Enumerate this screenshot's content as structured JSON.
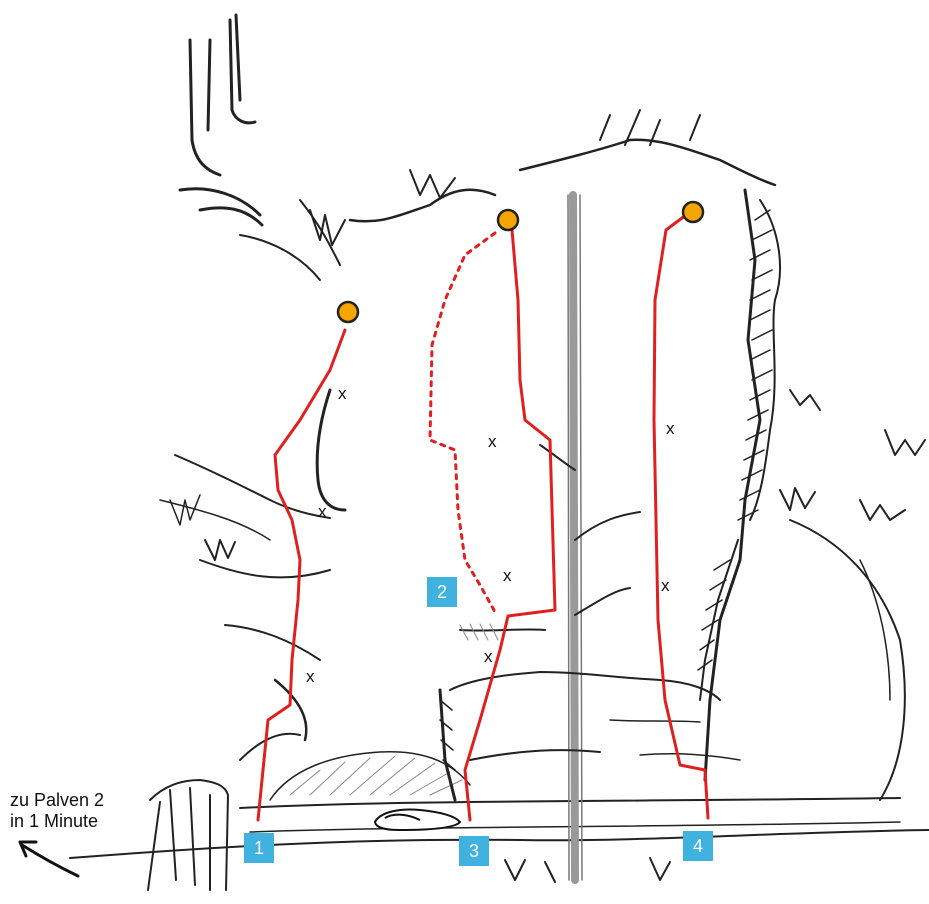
{
  "direction_note": {
    "line1": "zu Palven 2",
    "line2": "in 1 Minute"
  },
  "routes": [
    {
      "number": "1",
      "style": "solid"
    },
    {
      "number": "2",
      "style": "dotted"
    },
    {
      "number": "3",
      "style": "solid"
    },
    {
      "number": "4",
      "style": "solid"
    }
  ],
  "bolt_marker": "x",
  "colors": {
    "route_line": "#e02020",
    "anchor_fill": "#f5a500",
    "badge": "#3fb2e0",
    "sketch": "#222222"
  },
  "icons": [
    "anchor-icon",
    "arrow-icon",
    "backpack-icon"
  ]
}
